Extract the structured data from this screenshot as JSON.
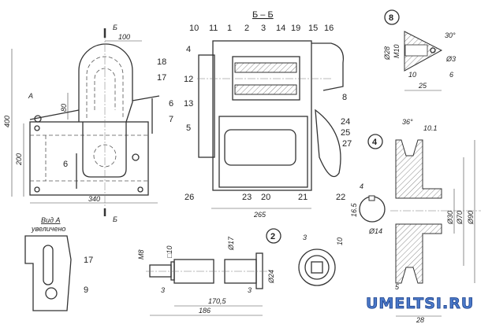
{
  "front_view": {
    "section_mark": "Б",
    "labels": [
      "18",
      "17",
      "6",
      "7",
      "6",
      "A"
    ],
    "dims": {
      "height": "400",
      "body_height": "200",
      "width": "340",
      "offset": "100",
      "lever": "80"
    }
  },
  "section_view": {
    "title": "Б – Б",
    "labels_top": [
      "10",
      "11",
      "1",
      "2",
      "3",
      "14",
      "19",
      "15",
      "16"
    ],
    "labels_left": [
      "4",
      "12",
      "13",
      "5",
      "26"
    ],
    "labels_bottom": [
      "23",
      "20",
      "21",
      "22"
    ],
    "labels_right": [
      "8",
      "24",
      "25",
      "27"
    ],
    "dims": {
      "width": "265"
    }
  },
  "view_a": {
    "title": "Вид А",
    "subtitle": "увеличено",
    "labels": [
      "17",
      "9"
    ]
  },
  "part_8": {
    "number": "8",
    "dims": {
      "dia": "Ø28",
      "thread": "M10",
      "angle": "30°",
      "hole": "Ø3",
      "d10": "10",
      "d25": "25",
      "d6": "6"
    }
  },
  "part_4": {
    "number": "4",
    "dims": {
      "angle": "36°",
      "groove": "10.1",
      "d30": "Ø30",
      "d70": "Ø70",
      "d90": "Ø90",
      "d5": "5",
      "d28": "28",
      "key": "4",
      "key_depth": "16.5",
      "bore": "Ø14"
    }
  },
  "part_2": {
    "number": "2",
    "dims": {
      "thread": "M8",
      "square": "□10",
      "d17": "Ø17",
      "d24": "Ø24",
      "d3a": "3",
      "d3b": "3",
      "l1": "170,5",
      "l2": "186",
      "e3": "3",
      "e10": "10"
    }
  },
  "watermark": "UMELTSI.RU"
}
